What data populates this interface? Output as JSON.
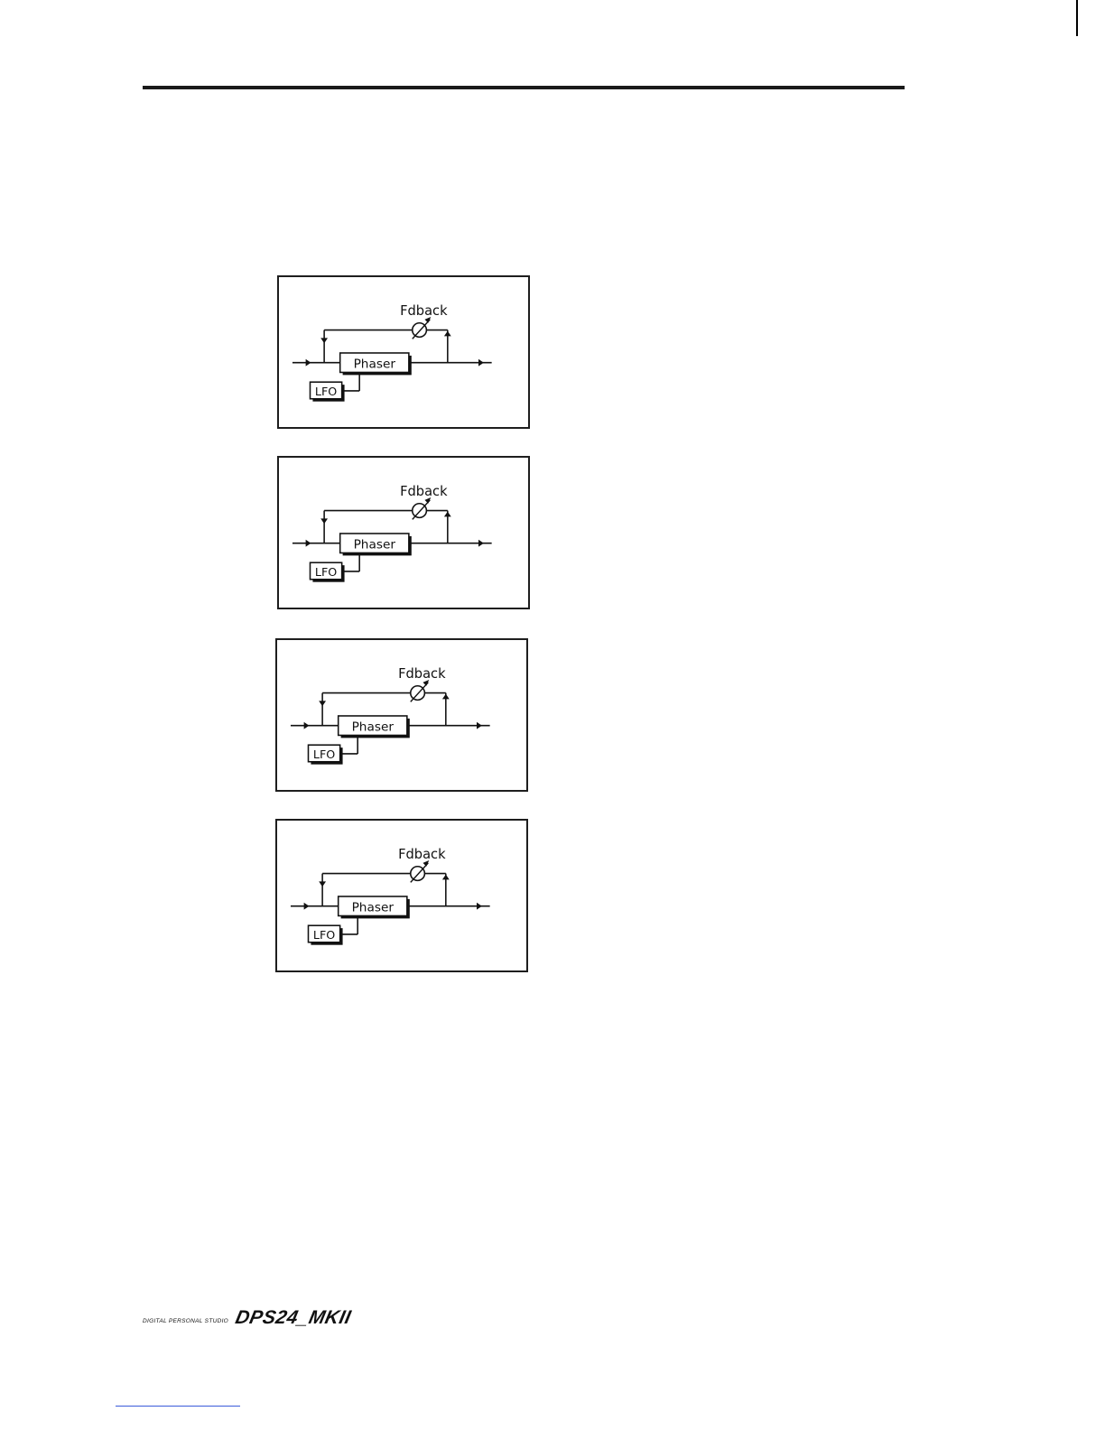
{
  "diagrams": [
    {
      "feedback_label": "Fdback",
      "phaser_label": "Phaser",
      "lfo_label": "LFO"
    },
    {
      "feedback_label": "Fdback",
      "phaser_label": "Phaser",
      "lfo_label": "LFO"
    },
    {
      "feedback_label": "Fdback",
      "phaser_label": "Phaser",
      "lfo_label": "LFO"
    },
    {
      "feedback_label": "Fdback",
      "phaser_label": "Phaser",
      "lfo_label": "LFO"
    }
  ],
  "footer": {
    "subtitle": "DIGITAL PERSONAL STUDIO",
    "logo": "DPS24_MKII"
  }
}
